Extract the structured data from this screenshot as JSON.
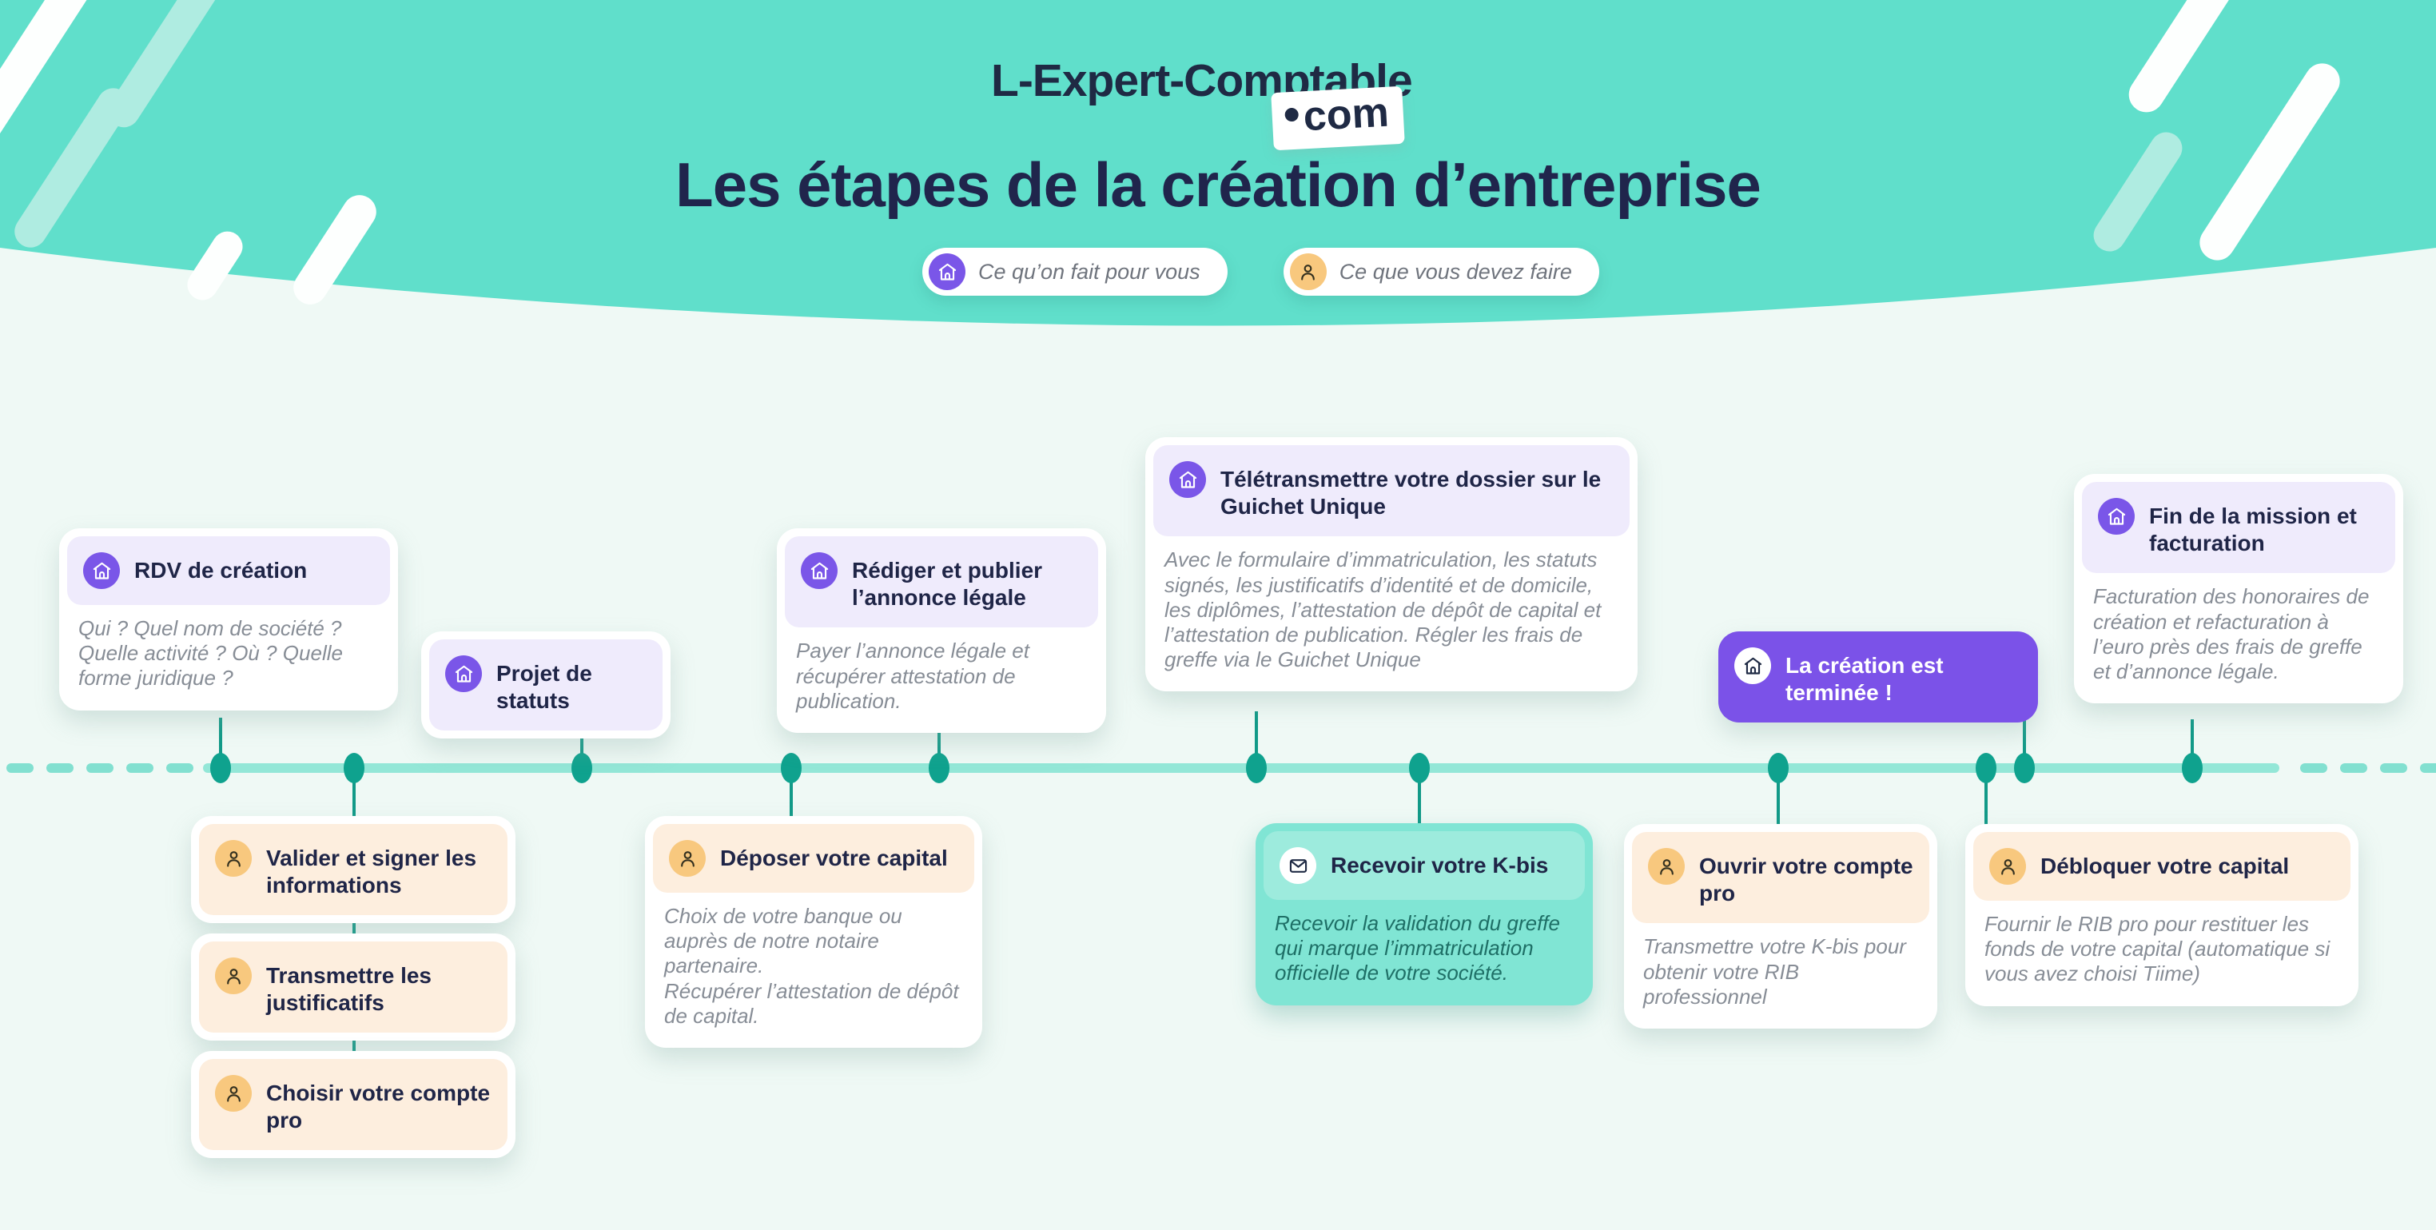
{
  "logo": {
    "name": "L-Expert-Comptable",
    "tld": "com"
  },
  "title": "Les étapes de la création d’entreprise",
  "legend": {
    "for_you": {
      "label": "Ce qu’on fait pour vous"
    },
    "you_do": {
      "label": "Ce que vous devez faire"
    }
  },
  "colors": {
    "header_teal": "#60DFCB",
    "timeline_teal": "#0FA28E",
    "purple_accent": "#7A56E8",
    "lavender_bg": "#EFEBFC",
    "peach_bg": "#FDEEDE",
    "orange_accent": "#F8C87E",
    "navy_text": "#1F2547",
    "kbis_bg": "#80E5D4"
  },
  "steps_top": {
    "rdv": {
      "title": "RDV de création",
      "body": "Qui ? Quel nom de société ? Quelle activité ? Où ? Quelle forme juridique ?"
    },
    "statuts": {
      "title": "Projet de statuts"
    },
    "annonce": {
      "title": "Rédiger et publier l’annonce légale",
      "body": "Payer l’annonce légale et récupérer attestation de publication."
    },
    "guichet": {
      "title": "Télétransmettre votre dossier sur le Guichet Unique",
      "body": "Avec le formulaire d’immatriculation, les statuts signés, les justificatifs d’identité et de domicile, les diplômes, l’attestation de dépôt de capital et l’attestation de publication. Régler les frais de greffe via le Guichet Unique"
    },
    "done": {
      "title": "La création est terminée !"
    },
    "fin": {
      "title": "Fin de la mission et facturation",
      "body": "Facturation des honoraires de création et refacturation à l’euro près des frais de greffe et d’annonce légale."
    }
  },
  "steps_bottom": {
    "valider": {
      "title": "Valider et signer les informations"
    },
    "justificatifs": {
      "title": "Transmettre les justificatifs"
    },
    "compte": {
      "title": "Choisir votre compte pro"
    },
    "capital": {
      "title": "Déposer votre capital",
      "body1": "Choix de votre banque ou auprès de notre notaire partenaire.",
      "body2": "Récupérer l’attestation de dépôt de capital."
    },
    "kbis": {
      "title": "Recevoir votre K-bis",
      "body": "Recevoir la validation du greffe qui marque l’immatriculation officielle de votre société."
    },
    "ouvrir": {
      "title": "Ouvrir votre compte pro",
      "body": "Transmettre votre K-bis pour obtenir votre RIB professionnel"
    },
    "debloquer": {
      "title": "Débloquer votre capital",
      "body": "Fournir le RIB pro pour restituer les fonds de votre capital (automatique si vous avez choisi Tiime)"
    }
  }
}
